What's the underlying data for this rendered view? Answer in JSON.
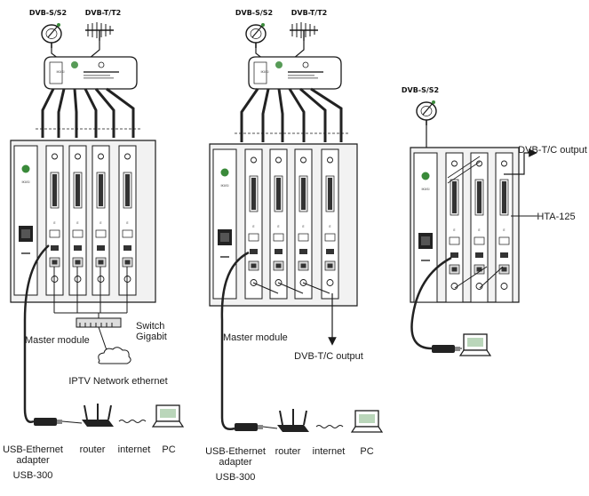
{
  "colors": {
    "line": "#1a1a1a",
    "panel_fill": "#f2f2f2",
    "module_fill": "#ffffff",
    "cable": "#222222",
    "accent_green": "#3a8a3a"
  },
  "logo": "IKUSI",
  "systems": [
    {
      "antenna_sat_label": "DVB-S/S2",
      "antenna_ter_label": "DVB-T/T2",
      "master_label": "Master module",
      "switch_label_1": "Switch",
      "switch_label_2": "Gigabit",
      "network_label": "IPTV Network ethernet",
      "adapter_label_1": "USB-Ethernet",
      "adapter_label_2": "adapter",
      "adapter_model": "USB-300",
      "router_label": "router",
      "internet_label": "internet",
      "pc_label": "PC"
    },
    {
      "antenna_sat_label": "DVB-S/S2",
      "antenna_ter_label": "DVB-T/T2",
      "master_label": "Master module",
      "output_label": "DVB-T/C output",
      "adapter_label_1": "USB-Ethernet",
      "adapter_label_2": "adapter",
      "adapter_model": "USB-300",
      "router_label": "router",
      "internet_label": "internet",
      "pc_label": "PC"
    },
    {
      "antenna_sat_label": "DVB-S/S2",
      "output_label": "DVB-T/C output",
      "hta_label": "HTA-125"
    }
  ]
}
